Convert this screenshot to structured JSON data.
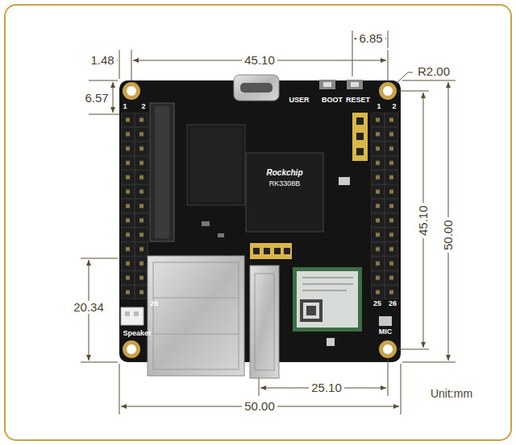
{
  "diagram": {
    "labels": [
      "1.48",
      "45.10",
      "6.85",
      "R2.00",
      "6.57",
      "45.10",
      "50.00",
      "20.34",
      "25.10",
      "50.00",
      "Unit:mm",
      "USER",
      "BOOT",
      "RESET",
      "1",
      "2",
      "1",
      "2",
      "26",
      "Speaker",
      "25",
      "26",
      "MIC",
      "Rockchip",
      "RK3308B"
    ]
  }
}
